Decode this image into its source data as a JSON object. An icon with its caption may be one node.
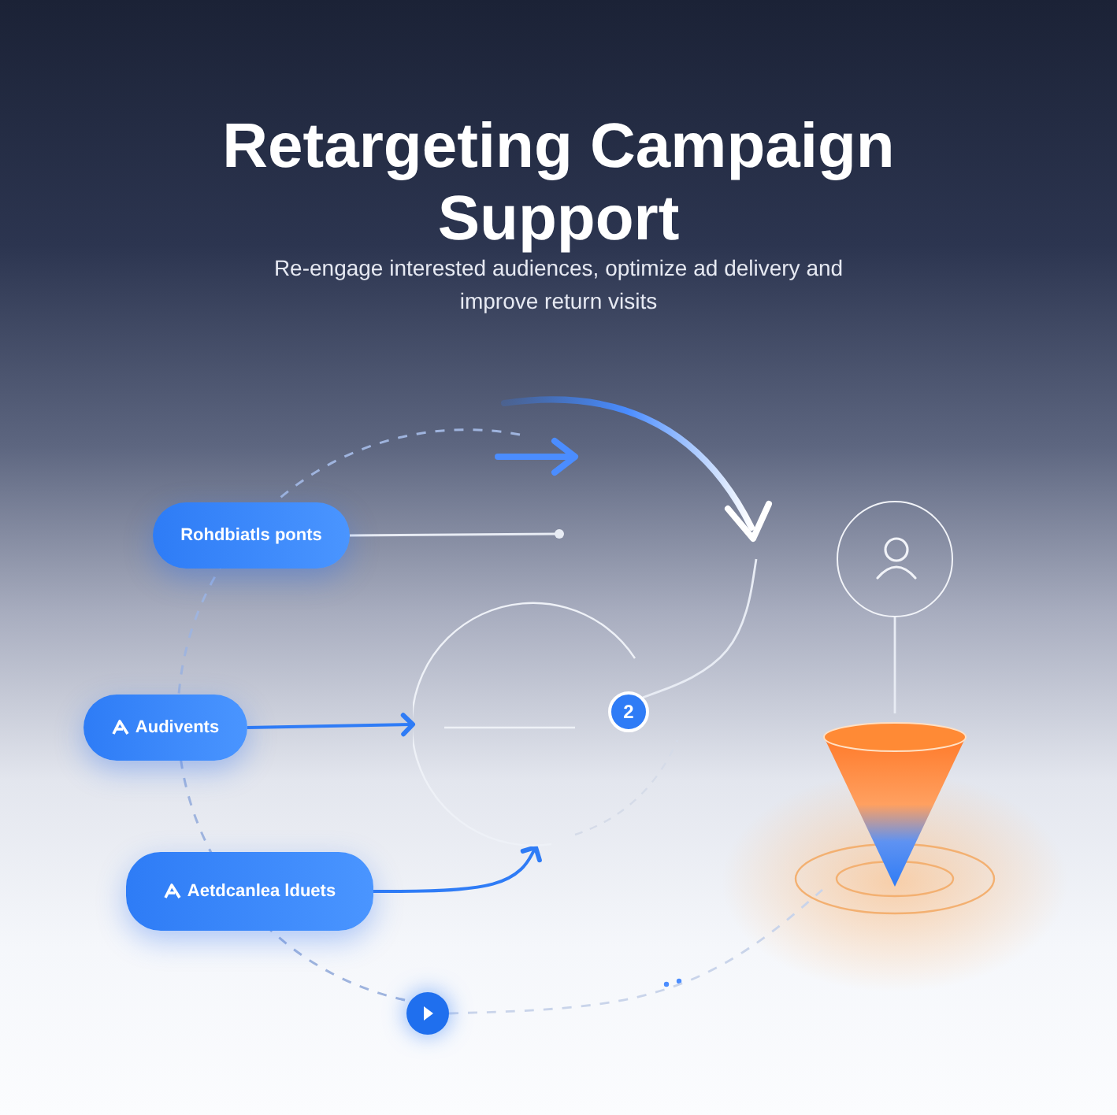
{
  "diagram": {
    "title": "Retargeting Campaign Support",
    "caption": "Re-engage interested audiences, optimize ad delivery and improve return visits",
    "nodes": [
      {
        "text": [
          "Rohdbiatls ponts"
        ]
      },
      {
        "text": [
          "Audivents"
        ]
      },
      {
        "text": [
          "Aetdcanlea lduets"
        ]
      },
      {
        "text": [
          "2"
        ]
      },
      {
        "text": [],
        "shape": "person"
      },
      {
        "text": [],
        "shape": "funnel"
      },
      {
        "text": [],
        "shape": "circle"
      },
      {
        "text": [],
        "shape": "ring"
      }
    ],
    "edges": [
      {
        "from": 0,
        "to": null,
        "arrow": "other"
      },
      {
        "from": 1,
        "to": 7,
        "arrow": "to",
        "color": "#2f7cf6"
      },
      {
        "from": 2,
        "to": 7,
        "arrow": "to",
        "color": "#2f7cf6"
      },
      {
        "from": 4,
        "to": 5,
        "arrow": "none"
      },
      {
        "from": 6,
        "to": 5,
        "arrow": "none",
        "style": "dashed"
      },
      {
        "from": 3,
        "to": null,
        "arrow": "none"
      }
    ]
  }
}
